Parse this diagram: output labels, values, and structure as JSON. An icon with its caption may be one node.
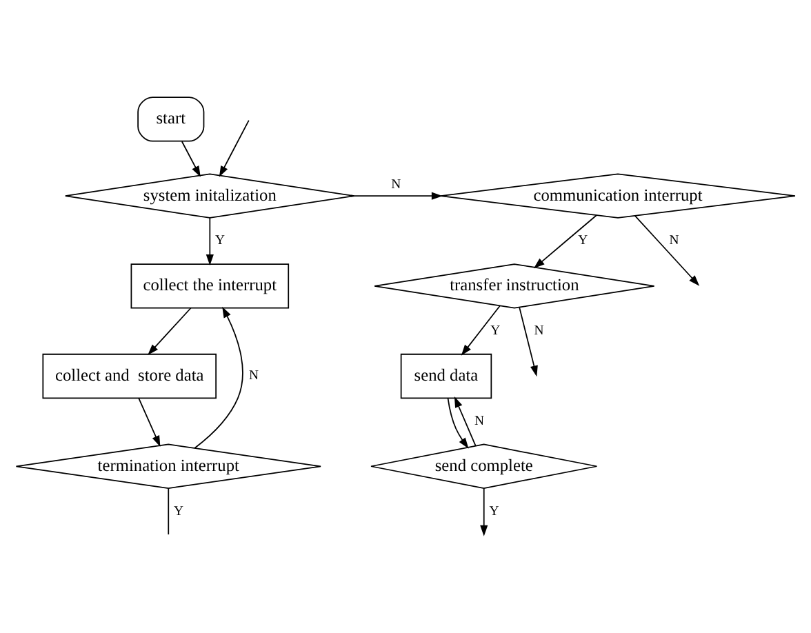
{
  "diagram": {
    "nodes": [
      {
        "text": [
          "start"
        ]
      },
      {
        "text": [
          "system initalization"
        ]
      },
      {
        "text": [
          "collect the interrupt"
        ]
      },
      {
        "text": [
          "collect and  store data"
        ]
      },
      {
        "text": [
          "termination interrupt"
        ]
      },
      {
        "text": [
          "communication interrupt"
        ]
      },
      {
        "text": [
          "transfer instruction"
        ]
      },
      {
        "text": [
          "send data"
        ]
      },
      {
        "text": [
          "send complete"
        ]
      }
    ],
    "edges": [
      {
        "from": 0,
        "to": 1,
        "arrow": "to"
      },
      {
        "from": null,
        "to": 1,
        "arrow": "to"
      },
      {
        "from": 1,
        "to": 5,
        "arrow": "to",
        "label": "N"
      },
      {
        "from": 1,
        "to": 2,
        "arrow": "to",
        "label": "Y"
      },
      {
        "from": 2,
        "to": 3,
        "arrow": "to"
      },
      {
        "from": 3,
        "to": 4,
        "arrow": "to"
      },
      {
        "from": 4,
        "to": 2,
        "arrow": "to",
        "label": "N"
      },
      {
        "from": 4,
        "to": null,
        "arrow": "none",
        "label": "Y"
      },
      {
        "from": 5,
        "to": null,
        "arrow": "to",
        "label": "N"
      },
      {
        "from": 5,
        "to": 6,
        "arrow": "to",
        "label": "Y"
      },
      {
        "from": 6,
        "to": null,
        "arrow": "to",
        "label": "N"
      },
      {
        "from": 6,
        "to": 7,
        "arrow": "to",
        "label": "Y"
      },
      {
        "from": 7,
        "to": 8,
        "arrow": "to"
      },
      {
        "from": 8,
        "to": 7,
        "arrow": "to",
        "label": "N"
      },
      {
        "from": 8,
        "to": null,
        "arrow": "to",
        "label": "Y"
      }
    ]
  }
}
